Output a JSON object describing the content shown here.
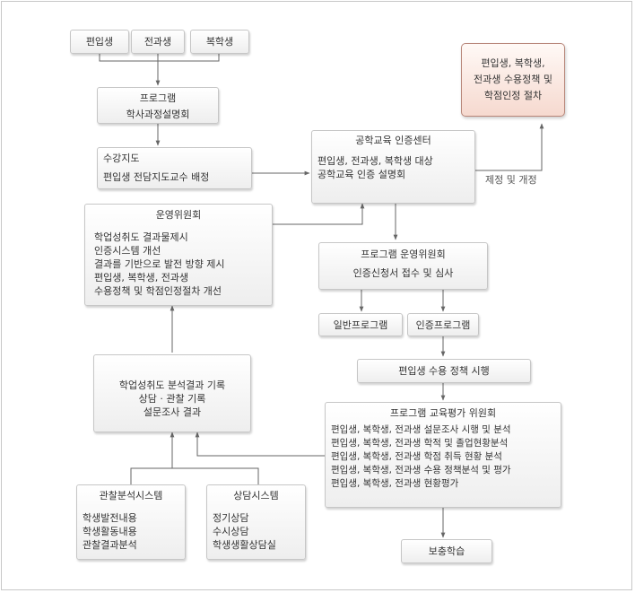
{
  "top_inputs": [
    "편입생",
    "전과생",
    "복학생"
  ],
  "orientation": {
    "title": "프로그램",
    "line": "학사과정설명회"
  },
  "advising": {
    "title": "수강지도",
    "line": "편입생 전담지도교수 배정"
  },
  "center": {
    "title": "공학교육 인증센터",
    "lines": [
      "편입생, 전과생, 복학생 대상",
      "공학교육 인증 설명회"
    ]
  },
  "target": {
    "lines": [
      "편입생, 복학생,",
      "전과생 수용정책 및",
      "학점인정 절차"
    ]
  },
  "revision_label": "제정 및 개정",
  "operating_committee": {
    "title": "운영위원회",
    "lines": [
      "학업성취도 결과물제시",
      "인증시스템 개선",
      "결과를 기반으로 발전 방향 제시",
      "편입생, 복학생, 전과생",
      "수용정책 및 학점인정절차 개선"
    ]
  },
  "program_committee": {
    "title": "프로그램 운영위원회",
    "line": "인증신청서 접수 및 심사"
  },
  "general_program": "일반프로그램",
  "cert_program": "인증프로그램",
  "policy": "편입생 수용 정책 시행",
  "records": {
    "lines": [
      "학업성취도 분석결과 기록",
      "상담 · 관찰 기록",
      "설문조사 결과"
    ]
  },
  "eval_committee": {
    "title": "프로그램 교육평가 위원회",
    "lines": [
      "편입생, 복학생, 전과생 설문조사 시행 및 분석",
      "편입생, 복학생, 전과생 학적 및 졸업현황분석",
      "편입생, 복학생, 전과생 학점 취득 현황 분석",
      "편입생, 복학생, 전과생 수용 정책분석 및 평가",
      "편입생, 복학생, 전과생 현황평가"
    ]
  },
  "observation_system": {
    "title": "관찰분석시스템",
    "lines": [
      "학생발전내용",
      "학생활동내용",
      "관찰결과분석"
    ]
  },
  "counseling_system": {
    "title": "상담시스템",
    "lines": [
      "정기상담",
      "수시상담",
      "학생생활상담실"
    ]
  },
  "supplementary": "보충학습",
  "colors": {
    "line": "#666666",
    "box_border": "#c6c6c6",
    "target_border": "#b8877a",
    "target_fill": "#f6d9cf"
  }
}
